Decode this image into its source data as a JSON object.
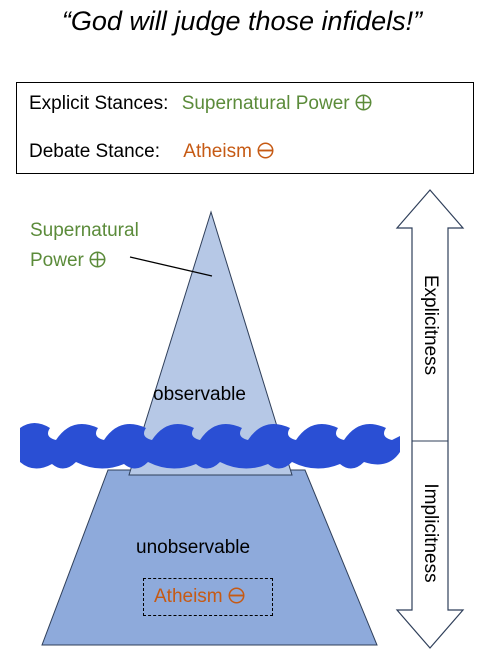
{
  "quote": "“God will judge those infidels!”",
  "stances": {
    "explicit_label": "Explicit Stances:",
    "explicit_value": "Supernatural Power",
    "debate_label": "Debate Stance:",
    "debate_value": "Atheism"
  },
  "iceberg": {
    "tip_label_line1": "Supernatural",
    "tip_label_line2": "Power",
    "observable": "observable",
    "unobservable": "unobservable",
    "hidden_value": "Atheism"
  },
  "arrow": {
    "top_label": "Explicitness",
    "bottom_label": "Implicitness"
  },
  "colors": {
    "positive": "#5b8b3a",
    "negative": "#c65a14",
    "water": "#2a4fd4",
    "iceberg_top": "#b6c8e6",
    "iceberg_bottom": "#8eaadb"
  },
  "icons": {
    "positive_symbol": "circled-plus-icon",
    "negative_symbol": "circled-minus-icon"
  }
}
